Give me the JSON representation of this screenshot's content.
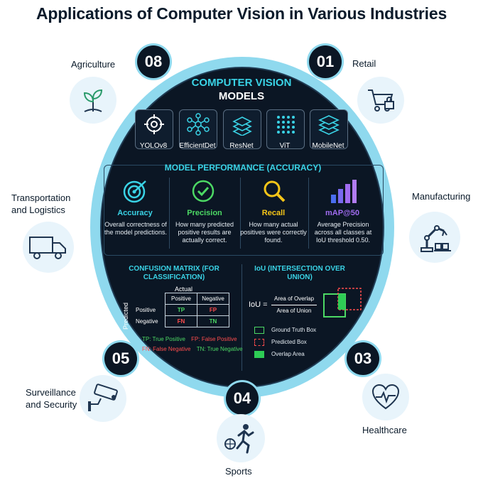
{
  "title": "Applications of Computer Vision in Various Industries",
  "industries": [
    {
      "num": "08",
      "label": "Agriculture",
      "icon": "plant-icon"
    },
    {
      "num": "01",
      "label": "Retail",
      "icon": "cart-icon"
    },
    {
      "num": "",
      "label": "Manufacturing",
      "icon": "robot-arm-icon"
    },
    {
      "num": "03",
      "label": "Healthcare",
      "icon": "heart-pulse-icon"
    },
    {
      "num": "04",
      "label": "Sports",
      "icon": "sports-icon"
    },
    {
      "num": "05",
      "label": "Surveillance and Security",
      "icon": "camera-icon"
    },
    {
      "num": "",
      "label": "Transportation and Logistics",
      "icon": "truck-icon"
    }
  ],
  "models": {
    "title1": "COMPUTER VISION",
    "title2": "MODELS",
    "items": [
      {
        "name": "YOLOv8",
        "icon": "target-icon"
      },
      {
        "name": "EfficientDet",
        "icon": "network-icon"
      },
      {
        "name": "ResNet",
        "icon": "layers-icon"
      },
      {
        "name": "ViT",
        "icon": "grid-dots-icon"
      },
      {
        "name": "MobileNet",
        "icon": "stack-icon"
      }
    ]
  },
  "performance": {
    "title": "MODEL PERFORMANCE (ACCURACY)",
    "metrics": [
      {
        "name": "Accuracy",
        "desc": "Overall correctness of the model predictions.",
        "color": "#3ad3e6",
        "icon": "target-arrow-icon"
      },
      {
        "name": "Precision",
        "desc": "How many predicted positive results are actually correct.",
        "color": "#4cd964",
        "icon": "check-circle-icon"
      },
      {
        "name": "Recall",
        "desc": "How many actual positives were correctly found.",
        "color": "#f5c518",
        "icon": "magnifier-icon"
      },
      {
        "name": "mAP@50",
        "desc": "Average Precision across all classes at IoU threshold 0.50.",
        "color": "#a06cf0",
        "icon": "bar-chart-icon"
      }
    ]
  },
  "confusion": {
    "title": "CONFUSION MATRIX (FOR CLASSIFICATION)",
    "actual": "Actual",
    "predicted": "Predicted",
    "col_pos": "Positive",
    "col_neg": "Negative",
    "row_pos": "Positive",
    "row_neg": "Negative",
    "tp": "TP",
    "fp": "FP",
    "fn": "FN",
    "tn": "TN",
    "legend1a": "TP: True Positive",
    "legend1b": "FP: False Positive",
    "legend2a": "FN: False Negative",
    "legend2b": "TN: True Negative"
  },
  "iou": {
    "title": "IoU (INTERSECTION OVER UNION)",
    "lhs": "IoU =",
    "numerator": "Area of Overlap",
    "denominator": "Area of Union",
    "legend_gt": "Ground Truth Box",
    "legend_pred": "Predicted Box",
    "legend_overlap": "Overlap Area"
  }
}
